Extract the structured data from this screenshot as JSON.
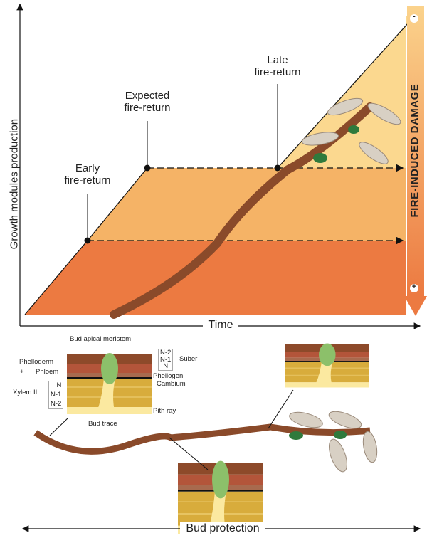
{
  "axes": {
    "y_label": "Growth modules production",
    "x_label": "Time",
    "bottom_label": "Bud protection"
  },
  "fire_returns": [
    {
      "line1": "Early",
      "line2": "fire-return"
    },
    {
      "line1": "Expected",
      "line2": "fire-return"
    },
    {
      "line1": "Late",
      "line2": "fire-return"
    }
  ],
  "damage_bar": {
    "label": "FIRE-INDUCED DAMAGE",
    "top_sign": "-",
    "bottom_sign": "+"
  },
  "bud_section": {
    "apical": "Bud apical meristem",
    "suber_layers": [
      "N-2",
      "N-1",
      "N"
    ],
    "suber": "Suber",
    "phelloderm": "Phelloderm",
    "plus": "+",
    "phloem": "Phloem",
    "phellogen": "Phellogen",
    "cambium": "Cambium",
    "xylem": "Xylem II",
    "xylem_layers": [
      "N",
      "N-1",
      "N-2"
    ],
    "pith_ray": "Pith ray",
    "bud_trace": "Bud trace"
  },
  "colors": {
    "band_low": "#ec7a41",
    "band_mid": "#f5b366",
    "band_high": "#fbd88f",
    "stem": "#8a4a2a"
  }
}
